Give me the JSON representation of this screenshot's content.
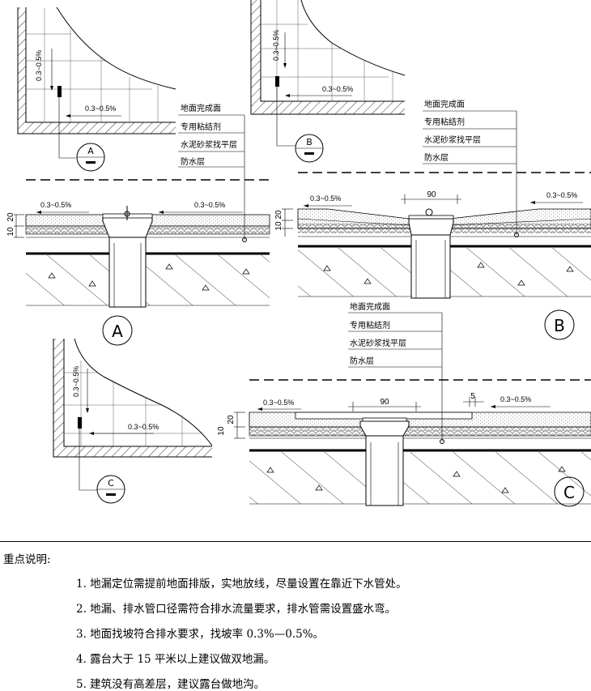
{
  "callouts": {
    "A": "A",
    "B": "B",
    "C": "C"
  },
  "slope": "0.3~0.5%",
  "layers": [
    "地面完成面",
    "专用粘结剂",
    "水泥砂浆找平层",
    "防水层"
  ],
  "dimensions": {
    "h10": "10",
    "h20": "20",
    "w90": "90",
    "w5": "5"
  },
  "notes": {
    "title": "重点说明:",
    "items": [
      "1.  地漏定位需提前地面排版，实地放线，尽量设置在靠近下水管处。",
      "2.  地漏、排水管口径需符合排水流量要求，排水管需设置盛水弯。",
      "3.  地面找坡符合排水要求，找坡率 0.3%—0.5%。",
      "4.  露台大于 15 平米以上建议做双地漏。",
      "5.  建筑没有高差层，建议露台做地沟。"
    ]
  }
}
